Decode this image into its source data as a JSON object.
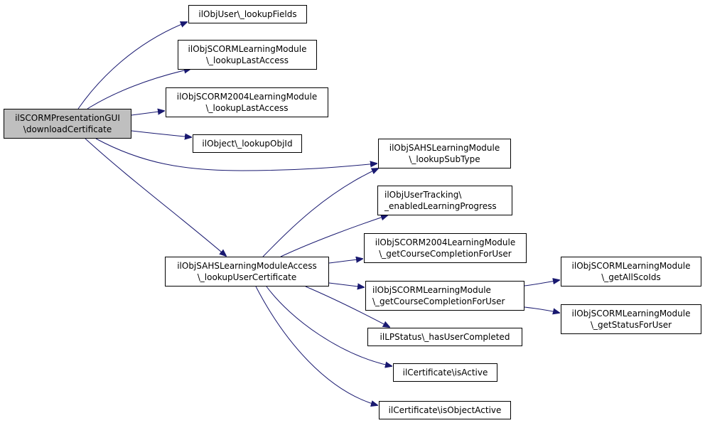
{
  "diagram": {
    "type": "call-graph",
    "edge_color": "#191970",
    "root_fill": "#bfbfbf",
    "nodes": [
      {
        "id": "root",
        "lines": [
          "ilSCORMPresentationGUI",
          "\\downloadCertificate"
        ],
        "root": true
      },
      {
        "id": "n1",
        "lines": [
          "ilObjUser\\_lookupFields"
        ]
      },
      {
        "id": "n2",
        "lines": [
          "ilObjSCORMLearningModule",
          "\\_lookupLastAccess"
        ]
      },
      {
        "id": "n3",
        "lines": [
          "ilObjSCORM2004LearningModule",
          "\\_lookupLastAccess"
        ]
      },
      {
        "id": "n4",
        "lines": [
          "ilObject\\_lookupObjId"
        ]
      },
      {
        "id": "n5",
        "lines": [
          "ilObjSAHSLearningModule",
          "\\_lookupSubType"
        ]
      },
      {
        "id": "n6",
        "lines": [
          "ilObjSAHSLearningModuleAccess",
          "\\_lookupUserCertificate"
        ]
      },
      {
        "id": "n7",
        "lines": [
          "ilObjUserTracking\\",
          "_enabledLearningProgress"
        ],
        "left": true
      },
      {
        "id": "n8",
        "lines": [
          "ilObjSCORM2004LearningModule",
          "\\_getCourseCompletionForUser"
        ]
      },
      {
        "id": "n9",
        "lines": [
          "ilObjSCORMLearningModule",
          "\\_getCourseCompletionForUser"
        ],
        "left": true
      },
      {
        "id": "n10",
        "lines": [
          "ilLPStatus\\_hasUserCompleted"
        ]
      },
      {
        "id": "n11",
        "lines": [
          "ilCertificate\\isActive"
        ]
      },
      {
        "id": "n12",
        "lines": [
          "ilCertificate\\isObjectActive"
        ]
      },
      {
        "id": "n13",
        "lines": [
          "ilObjSCORMLearningModule",
          "\\_getAllScoIds"
        ]
      },
      {
        "id": "n14",
        "lines": [
          "ilObjSCORMLearningModule",
          "\\_getStatusForUser"
        ]
      }
    ],
    "edges": [
      [
        "root",
        "n1"
      ],
      [
        "root",
        "n2"
      ],
      [
        "root",
        "n3"
      ],
      [
        "root",
        "n4"
      ],
      [
        "root",
        "n5"
      ],
      [
        "root",
        "n6"
      ],
      [
        "n6",
        "n5"
      ],
      [
        "n6",
        "n7"
      ],
      [
        "n6",
        "n8"
      ],
      [
        "n6",
        "n9"
      ],
      [
        "n6",
        "n10"
      ],
      [
        "n6",
        "n11"
      ],
      [
        "n6",
        "n12"
      ],
      [
        "n9",
        "n13"
      ],
      [
        "n9",
        "n14"
      ]
    ]
  }
}
